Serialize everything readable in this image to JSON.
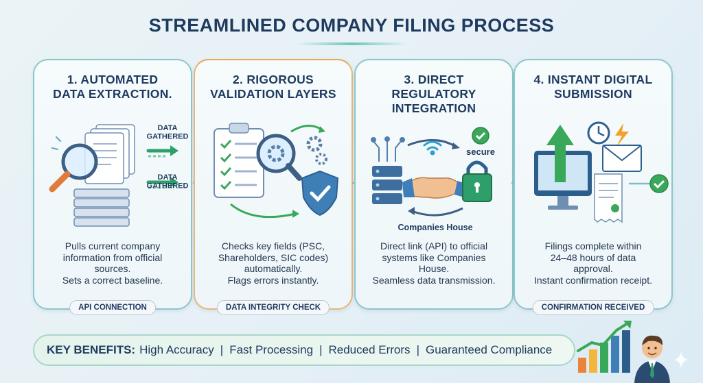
{
  "title": "STREAMLINED COMPANY FILING PROCESS",
  "steps": [
    {
      "title": "1. AUTOMATED\nDATA EXTRACTION.",
      "label_top": "DATA\nGATHERED",
      "label_bottom": "DATA\nGATHERED",
      "description": "Pulls current company\ninformation from official\nsources.\nSets a correct baseline.",
      "badge": "API CONNECTION"
    },
    {
      "title": "2. RIGOROUS\nVALIDATION LAYERS",
      "description": "Checks key fields (PSC,\nShareholders, SIC codes)\nautomatically.\nFlags errors instantly.",
      "badge": "DATA INTEGRITY CHECK"
    },
    {
      "title": "3. DIRECT\nREGULATORY\nINTEGRATION",
      "label_secure": "secure",
      "label_companies_house": "Companies House",
      "description": "Direct link (API) to official\nsystems like Companies\nHouse.\nSeamless data transmission.",
      "badge": ""
    },
    {
      "title": "4. INSTANT DIGITAL\nSUBMISSION",
      "description": "Filings complete within\n24–48 hours of data\napproval.\nInstant confirmation receipt.",
      "badge": "CONFIRMATION RECEIVED"
    }
  ],
  "benefits": {
    "label": "KEY BENEFITS:",
    "items": [
      "High Accuracy",
      "Fast Processing",
      "Reduced Errors",
      "Guaranteed Compliance"
    ],
    "separator": "|"
  },
  "colors": {
    "navy": "#1e3a5f",
    "teal": "#8cc6cc",
    "green": "#3aa85a",
    "orange": "#e9a75c",
    "blue": "#3f7fb8"
  }
}
